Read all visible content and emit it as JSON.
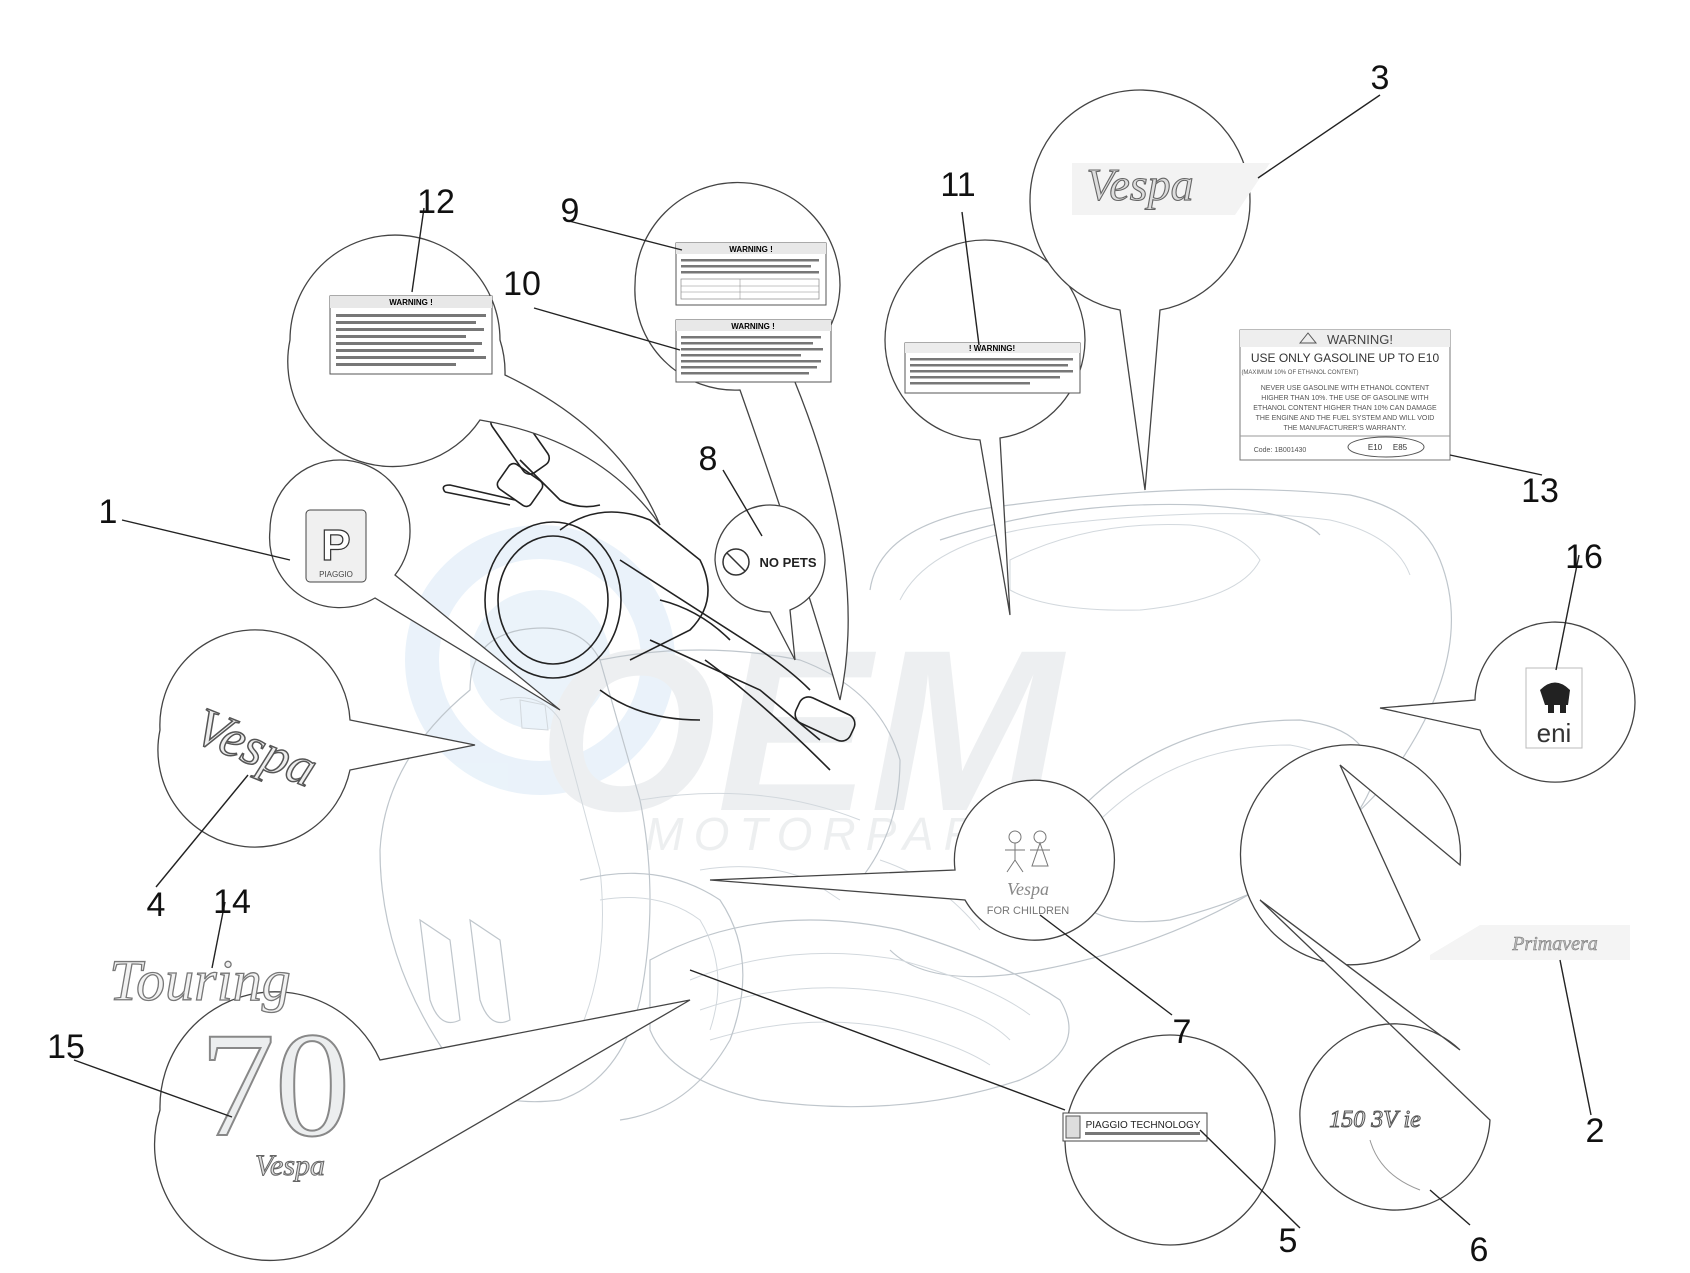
{
  "callouts": [
    "1",
    "2",
    "3",
    "4",
    "5",
    "6",
    "7",
    "8",
    "9",
    "10",
    "11",
    "12",
    "13",
    "14",
    "15",
    "16"
  ],
  "watermark": {
    "logo": "OEM",
    "sub": "MOTORPARTS"
  },
  "decals": {
    "warning_title": "WARNING !",
    "warning_title_11": "! WARNING!",
    "no_pets": "NO PETS",
    "piaggio_technology": "PIAGGIO TECHNOLOGY",
    "piaggio_small": "PIAGGIO",
    "fuel": {
      "title": "WARNING!",
      "line1": "USE ONLY GASOLINE UP TO E10",
      "line2": "(MAXIMUM 10% OF ETHANOL CONTENT)",
      "body": [
        "NEVER USE GASOLINE WITH ETHANOL CONTENT",
        "HIGHER THAN 10%. THE USE OF GASOLINE WITH",
        "ETHANOL CONTENT HIGHER THAN 10% CAN DAMAGE",
        "THE ENGINE AND THE FUEL SYSTEM AND WILL VOID",
        "THE MANUFACTURER'S WARRANTY."
      ],
      "code": "Code: 1B001430",
      "e10": "E10",
      "e85": "E85"
    },
    "touring": "Touring",
    "seventy": "70",
    "vespa": "Vespa",
    "for_children": "FOR CHILDREN",
    "model": "150 3V ie",
    "eni": "eni",
    "primavera": "Primavera"
  }
}
